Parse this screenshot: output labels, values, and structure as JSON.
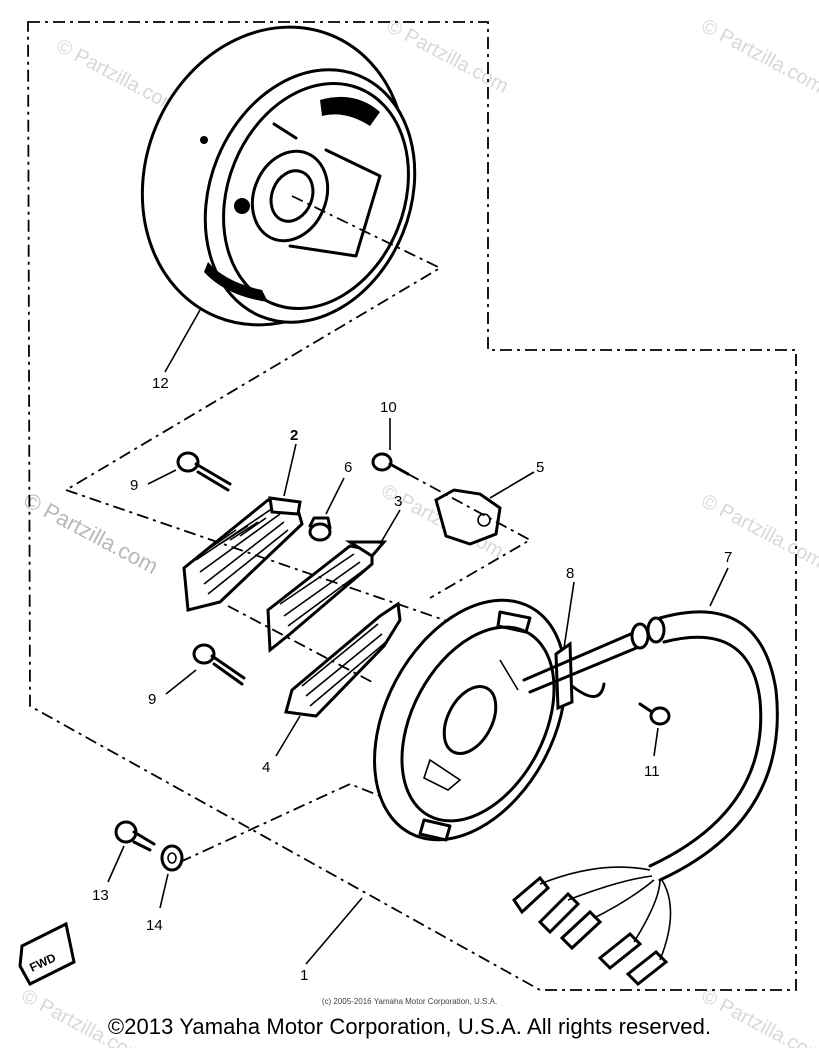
{
  "watermark": "© Partzilla.com",
  "fwd_marker": "FWD",
  "credit_small": "(c) 2005-2016 Yamaha Motor Corporation, U.S.A.",
  "copyright": "©2013 Yamaha Motor Corporation, U.S.A. All rights reserved.",
  "callouts": {
    "c1": "1",
    "c2": "2",
    "c3": "3",
    "c4": "4",
    "c5": "5",
    "c6": "6",
    "c7": "7",
    "c8": "8",
    "c9a": "9",
    "c9b": "9",
    "c10": "10",
    "c11": "11",
    "c12": "12",
    "c13": "13",
    "c14": "14"
  }
}
